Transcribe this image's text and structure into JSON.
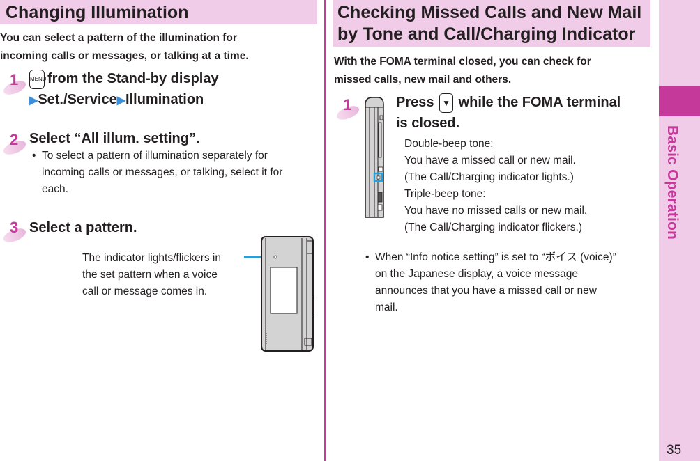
{
  "left": {
    "heading": "Changing Illumination",
    "intro": [
      "You can select a pattern of the illumination for",
      "incoming calls or messages, or talking at a time."
    ],
    "steps": [
      {
        "number": "1",
        "key_icon": "MENU",
        "line1": "from the Stand-by display",
        "path": [
          "Set./Service",
          "Illumination"
        ],
        "arrow_glyph": "▶"
      },
      {
        "number": "2",
        "title": "Select “All illum. setting”.",
        "bullet": "•",
        "note": [
          "To select a pattern of illumination separately for",
          "incoming calls or messages, or talking, select it for",
          "each."
        ]
      },
      {
        "number": "3",
        "title": "Select a pattern.",
        "caption": [
          "The indicator lights/flickers in",
          "the set pattern when a voice",
          "call or message comes in."
        ]
      }
    ]
  },
  "right": {
    "heading": [
      "Checking Missed Calls and New Mail",
      "by Tone and Call/Charging Indicator"
    ],
    "intro": [
      "With the FOMA terminal closed, you can check for",
      "missed calls, new mail and others."
    ],
    "step": {
      "number": "1",
      "title_pre": "Press",
      "key_icon": "▼",
      "title_post": "while the FOMA terminal",
      "title_line2": "is closed.",
      "details": [
        "Double-beep tone:",
        "You have a missed call or new mail.",
        "(The Call/Charging indicator lights.)",
        "Triple-beep tone:",
        "You have no missed calls or new mail.",
        "(The Call/Charging indicator flickers.)"
      ],
      "bullet": "•",
      "note": [
        "When “Info notice setting” is set to “ボイス (voice)”",
        "on the Japanese display, a voice message",
        "announces that you have a missed call or new",
        "mail."
      ]
    }
  },
  "sidebar": {
    "section_label": "Basic Operation",
    "page_number": "35"
  },
  "colors": {
    "accent": "#c4399a",
    "heading_bg": "#f0cce8",
    "arrow": "#3d8ed8",
    "callout": "#1fa3e0"
  }
}
